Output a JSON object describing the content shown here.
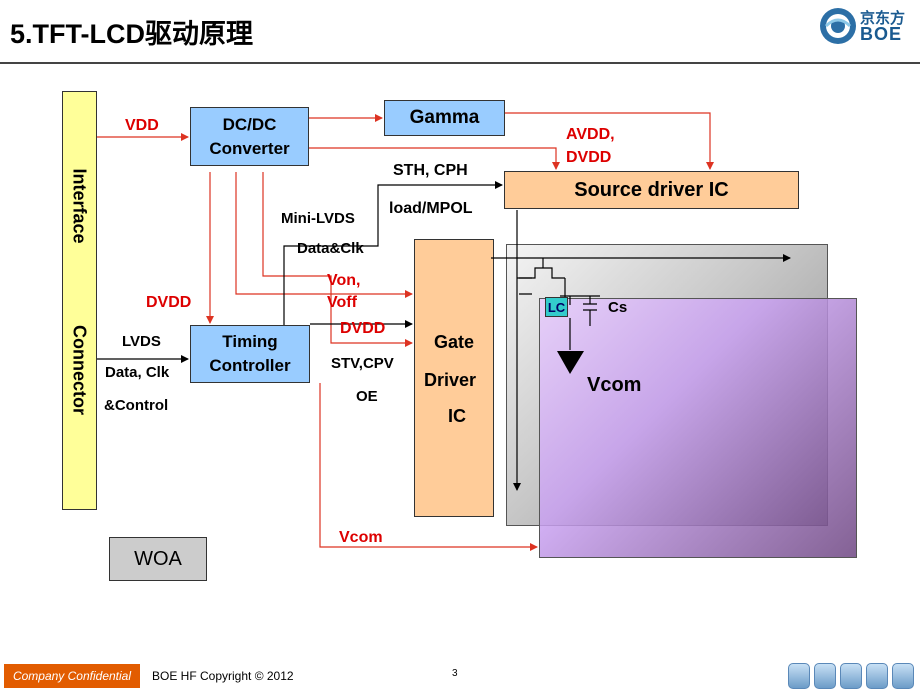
{
  "title": "5.TFT-LCD驱动原理",
  "logo": {
    "cn": "京东方",
    "en": "BOE"
  },
  "diagram": {
    "interface_label_1": "Interface",
    "interface_label_2": "Connector",
    "dcdc": "DC/DC\nConverter",
    "gamma": "Gamma",
    "timing": "Timing\nController",
    "source": "Source driver IC",
    "gate_1": "Gate",
    "gate_2": "Driver",
    "gate_3": "IC",
    "woa": "WOA",
    "labels": {
      "vdd": "VDD",
      "avdd_1": "AVDD,",
      "avdd_2": "DVDD",
      "sth": "STH, CPH",
      "load": "load/MPOL",
      "minilvds": "Mini-LVDS",
      "dataclk": "Data&Clk",
      "von": "Von,",
      "voff": "Voff",
      "dvdd_left": "DVDD",
      "dvdd_right": "DVDD",
      "lvds": "LVDS",
      "data_clk": "Data, Clk",
      "control": "&Control",
      "stvcpv": "STV,CPV",
      "oe": "OE",
      "vcom_bottom": "Vcom",
      "lc": "LC",
      "cs": "Cs",
      "vcom_panel": "Vcom"
    }
  },
  "footer": {
    "confidential": "Company Confidential",
    "copyright": "BOE HF  Copyright © 2012",
    "page": "3"
  },
  "colors": {
    "interface": "#ffff99",
    "blue_box": "#99ccff",
    "orange_box": "#ffcc99",
    "red_line": "#dd3322",
    "purple_panel": "#d9b8f7",
    "gray_panel": "#8a8a8a"
  }
}
